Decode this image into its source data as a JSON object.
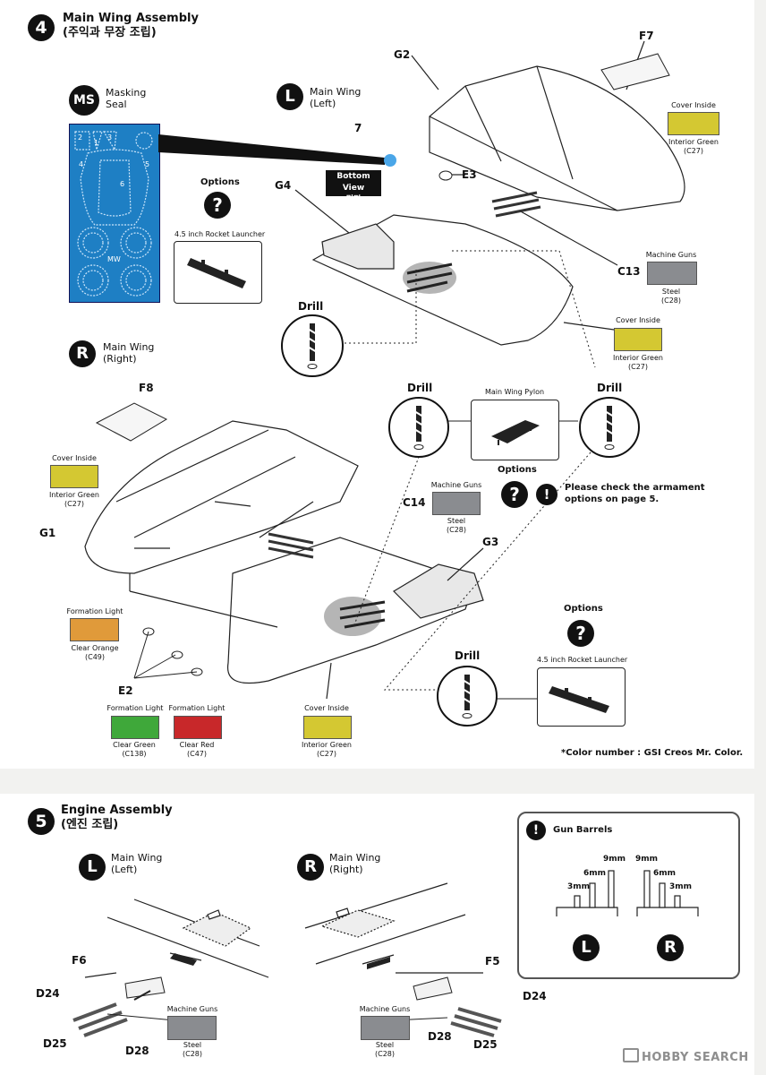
{
  "step4": {
    "number": "4",
    "title": "Main Wing Assembly",
    "subtitle": "(주익과 무장 조립)",
    "masking_seal": {
      "badge": "MS",
      "label1": "Masking",
      "label2": "Seal",
      "num2": "2",
      "num1": "1",
      "num3": "3",
      "num4": "4",
      "num5": "5",
      "num6": "6",
      "mw": "MW"
    },
    "left_wing": {
      "badge": "L",
      "label1": "Main Wing",
      "label2": "(Left)"
    },
    "right_wing": {
      "badge": "R",
      "label1": "Main Wing",
      "label2": "(Right)"
    },
    "options_label": "Options",
    "q_mark": "?",
    "rocket_launcher": "4.5 inch Rocket Launcher",
    "drill": "Drill",
    "bottom_view": "Bottom View",
    "bottom_view_kr": "밑면",
    "main_wing_pylon": "Main Wing Pylon",
    "options_note_icon": "!",
    "options_note": "Please check the armament options on page 5.",
    "parts": {
      "G2": "G2",
      "F7": "F7",
      "seven": "7",
      "E3": "E3",
      "G4": "G4",
      "C13": "C13",
      "F8": "F8",
      "C14": "C14",
      "G1": "G1",
      "G3": "G3",
      "E2": "E2"
    },
    "colors": {
      "cover_inside_f7": {
        "title": "Cover Inside",
        "name": "Interior Green",
        "code": "(C27)",
        "hex": "#d4c832"
      },
      "machine_guns_l": {
        "title": "Machine Guns",
        "name": "Steel",
        "code": "(C28)",
        "hex": "#8a8c90"
      },
      "cover_inside_l": {
        "title": "Cover Inside",
        "name": "Interior Green",
        "code": "(C27)",
        "hex": "#d4c832"
      },
      "cover_inside_f8": {
        "title": "Cover Inside",
        "name": "Interior Green",
        "code": "(C27)",
        "hex": "#d4c832"
      },
      "machine_guns_r": {
        "title": "Machine Guns",
        "name": "Steel",
        "code": "(C28)",
        "hex": "#8a8c90"
      },
      "formation_orange": {
        "title": "Formation Light",
        "name": "Clear Orange",
        "code": "(C49)",
        "hex": "#e09a3a"
      },
      "formation_green": {
        "title": "Formation Light",
        "name": "Clear Green",
        "code": "(C138)",
        "hex": "#3fa83a"
      },
      "formation_red": {
        "title": "Formation Light",
        "name": "Clear Red",
        "code": "(C47)",
        "hex": "#c8282a"
      },
      "cover_inside_r": {
        "title": "Cover Inside",
        "name": "Interior Green",
        "code": "(C27)",
        "hex": "#d4c832"
      }
    },
    "color_note": "*Color number : GSI Creos Mr. Color."
  },
  "step5": {
    "number": "5",
    "title": "Engine Assembly",
    "subtitle": "(엔진 조립)",
    "left_wing": {
      "badge": "L",
      "label1": "Main Wing",
      "label2": "(Left)"
    },
    "right_wing": {
      "badge": "R",
      "label1": "Main Wing",
      "label2": "(Right)"
    },
    "parts": {
      "F6": "F6",
      "D24_l": "D24",
      "D25_l": "D25",
      "D28_l": "D28",
      "F5": "F5",
      "D24_r": "D24",
      "D28_r": "D28",
      "D25_r": "D25"
    },
    "colors": {
      "machine_guns_l": {
        "title": "Machine Guns",
        "name": "Steel",
        "code": "(C28)",
        "hex": "#8a8c90"
      },
      "machine_guns_r": {
        "title": "Machine Guns",
        "name": "Steel",
        "code": "(C28)",
        "hex": "#8a8c90"
      }
    },
    "gun_barrels": {
      "icon": "!",
      "title": "Gun Barrels",
      "l_9": "9mm",
      "l_6": "6mm",
      "l_3": "3mm",
      "r_9": "9mm",
      "r_6": "6mm",
      "r_3": "3mm",
      "badge_l": "L",
      "badge_r": "R"
    }
  },
  "watermark": "HOBBY SEARCH"
}
